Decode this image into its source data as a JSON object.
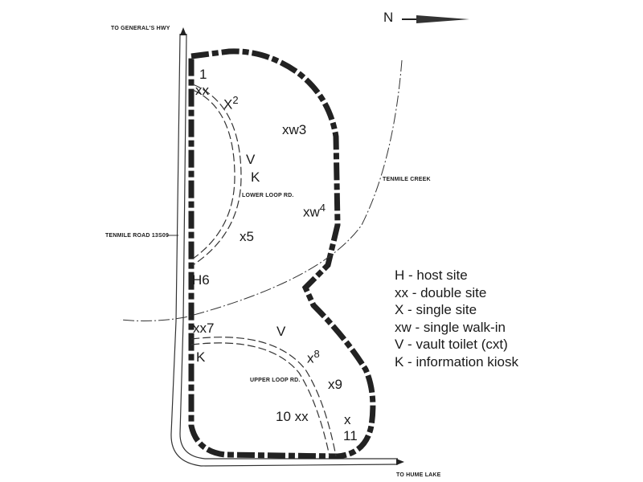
{
  "map": {
    "north_label": "N",
    "roads": {
      "to_generals_hwy": "TO GENERAL'S HWY",
      "tenmile_road": "TENMILE ROAD 13S09",
      "to_hume_lake": "TO HUME LAKE",
      "lower_loop": "LOWER LOOP RD.",
      "upper_loop": "UPPER LOOP RD."
    },
    "water": {
      "creek": "TENMILE CREEK"
    },
    "sites": [
      {
        "id": "1",
        "label": "1"
      },
      {
        "id": "1-type",
        "label": "xx"
      },
      {
        "id": "2",
        "type": "X",
        "num": "2"
      },
      {
        "id": "3",
        "label": "xw3"
      },
      {
        "id": "v-lower",
        "label": "V"
      },
      {
        "id": "k-lower",
        "label": "K"
      },
      {
        "id": "4",
        "type": "xw",
        "num": "4"
      },
      {
        "id": "5",
        "label": "x5"
      },
      {
        "id": "6",
        "label": "H6"
      },
      {
        "id": "7",
        "label": "xx7"
      },
      {
        "id": "k-upper",
        "label": "K"
      },
      {
        "id": "v-upper",
        "label": "V"
      },
      {
        "id": "8",
        "type": "x",
        "num": "8"
      },
      {
        "id": "9",
        "label": "x9"
      },
      {
        "id": "10",
        "label": "10 xx"
      },
      {
        "id": "11-type",
        "label": "x"
      },
      {
        "id": "11",
        "label": "11"
      }
    ],
    "legend": [
      "H - host site",
      "xx - double site",
      "X - single site",
      "xw - single walk-in",
      "V - vault toilet (cxt)",
      "K - information kiosk"
    ],
    "colors": {
      "ink": "#1a1a1a",
      "trail": "#222222",
      "background": "#ffffff"
    }
  }
}
